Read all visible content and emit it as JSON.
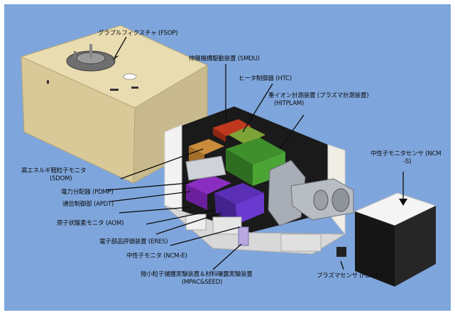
{
  "colors": {
    "background": "#7fa6dc",
    "housing_dark": "#1a1a1a",
    "panel_beige": "#e9dcb0",
    "shadow_beige": "#c8b98e",
    "block_orange": "#c98b3c",
    "block_red": "#c0391f",
    "block_green": "#3f8f2c",
    "block_purple": "#8a2ec2",
    "block_violet": "#5a2fb5",
    "metal_gray": "#a9aeb6",
    "sensor_black": "#161616"
  },
  "labels": {
    "grapple": "グラプルフィクスチャ (FSOP)",
    "smdu": "伸展機構駆動装置 (SMDU)",
    "htc": "ヒータ制御器 (HTC)",
    "hitplam": [
      "重イオン計測装置 (プラズマ計測装置)",
      "(HITPLAM)"
    ],
    "sdom": [
      "高エネルギ軽粒子モニタ",
      "(SDOM)"
    ],
    "pdmp": "電力分配器 (PDMP)",
    "apdt": "通信制御部 (APDT)",
    "aom": "原子状酸素モニタ (AOM)",
    "eres": "電子部品評価装置 (ERES)",
    "ncm_mid": "中性子モニタ (NCM-E)",
    "mpac": [
      "微小粒子捕獲実験装置＆材料曝露実験装置",
      "(MPAC&SEED)"
    ],
    "ncm_sensor": [
      "中性子モニタセンサ (NCM",
      "-S)"
    ],
    "plam": "プラズマセンサ (PLAM-S)"
  }
}
